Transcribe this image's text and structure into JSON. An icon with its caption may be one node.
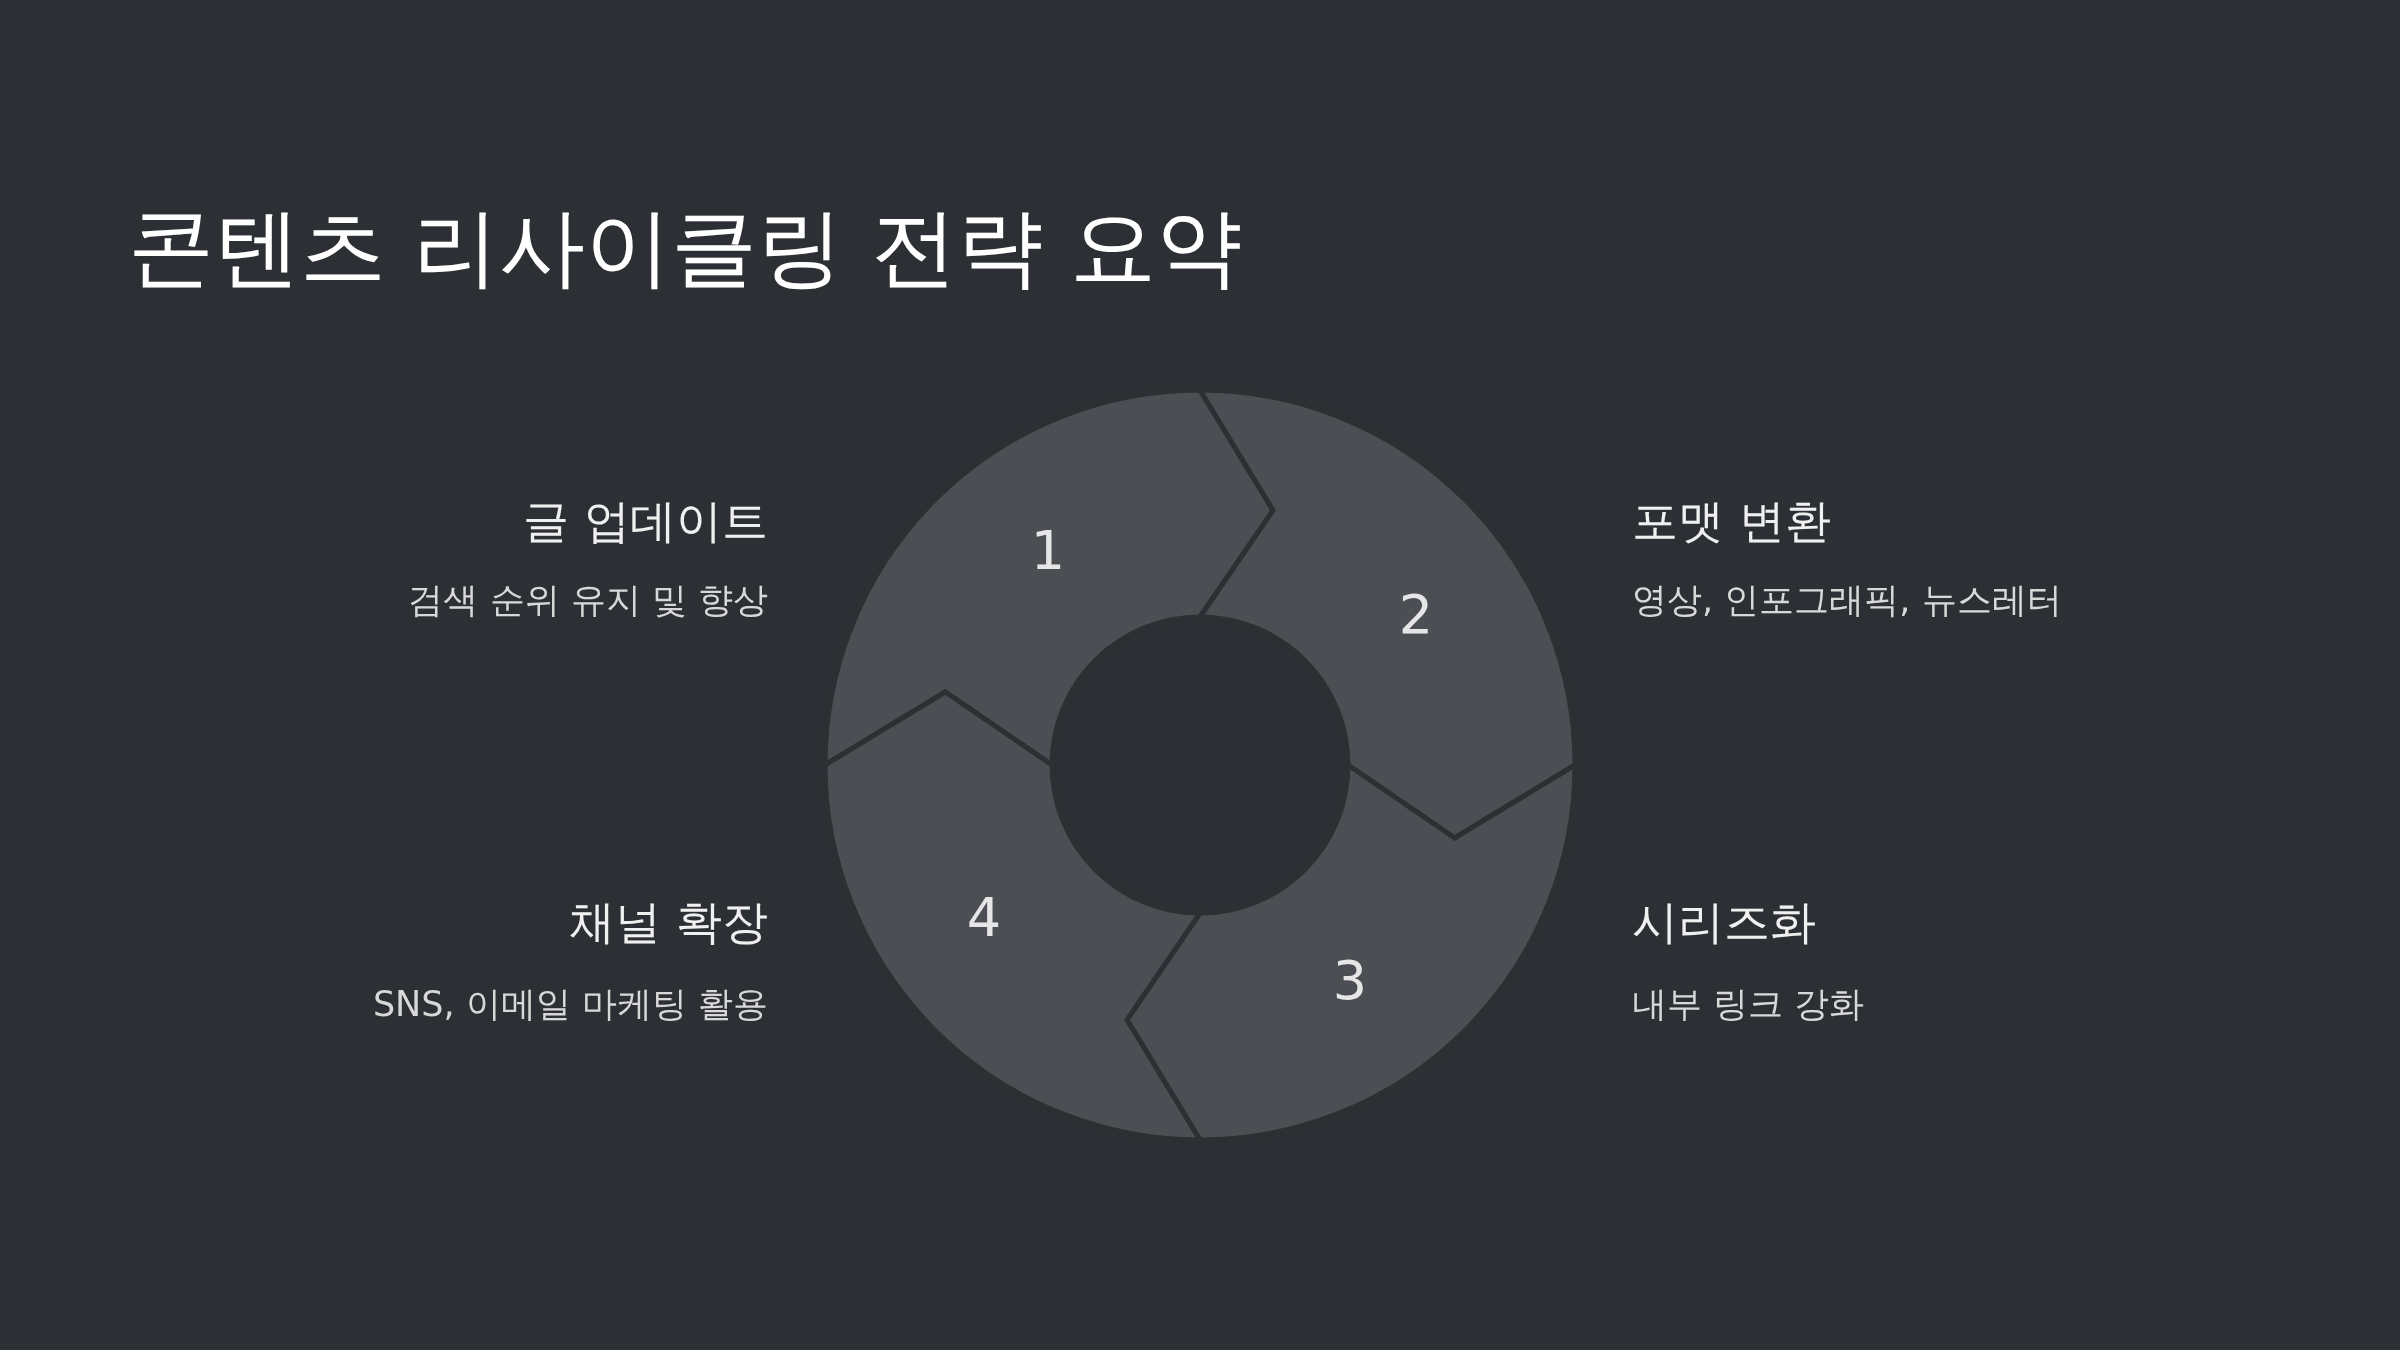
{
  "diagram": {
    "title": "콘텐츠 리사이클링 전략 요약",
    "nodes": [
      {
        "text": [
          "1"
        ],
        "beside": [
          "글 업데이트",
          "검색 순위 유지 및 향상"
        ]
      },
      {
        "text": [
          "2"
        ],
        "beside": [
          "포맷 변환",
          "영상, 인포그래픽, 뉴스레터"
        ]
      },
      {
        "text": [
          "3"
        ],
        "beside": [
          "시리즈화",
          "내부 링크 강화"
        ]
      },
      {
        "text": [
          "4"
        ],
        "beside": [
          "채널 확장",
          "SNS, 이메일 마케팅 활용"
        ]
      }
    ]
  }
}
